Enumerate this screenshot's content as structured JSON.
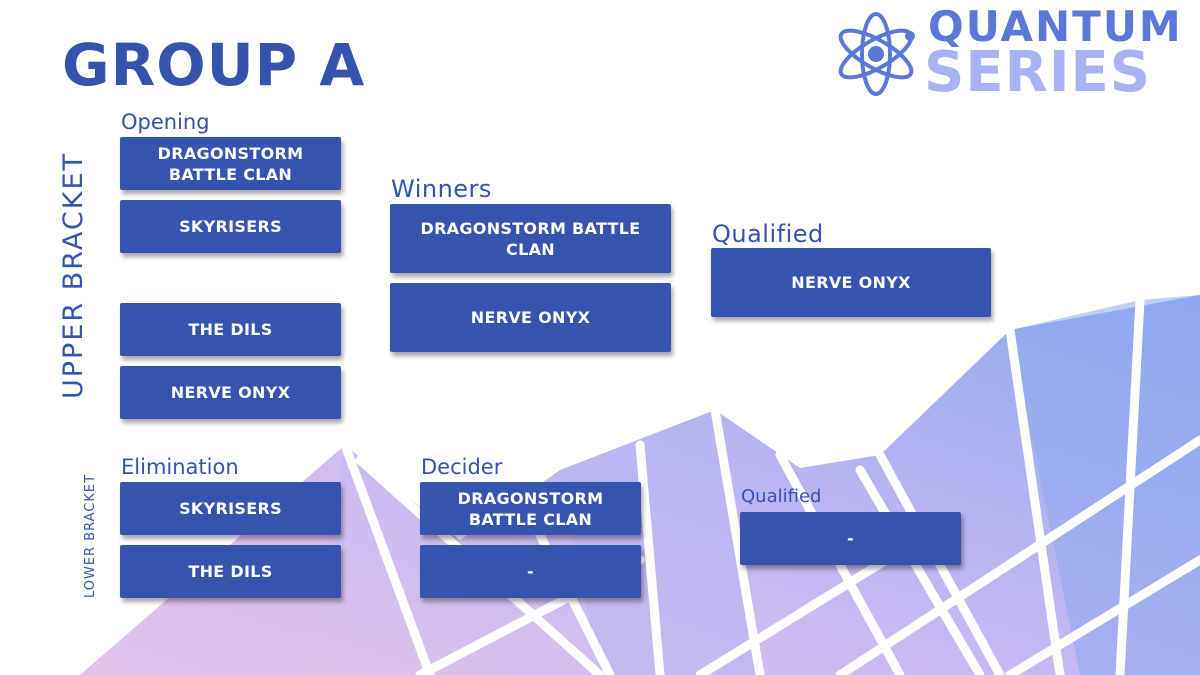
{
  "header": {
    "title": "GROUP A"
  },
  "logo": {
    "line1": "QUANTUM",
    "line2": "SERIES",
    "icon": "atom-icon"
  },
  "side_labels": {
    "upper": "UPPER BRACKET",
    "lower": "LOWER BRACKET"
  },
  "upper_bracket": {
    "opening": {
      "label": "Opening",
      "teams": [
        "DRAGONSTORM BATTLE CLAN",
        "SKYRISERS",
        "THE DILS",
        "NERVE ONYX"
      ]
    },
    "winners": {
      "label": "Winners",
      "teams": [
        "DRAGONSTORM BATTLE CLAN",
        "NERVE ONYX"
      ]
    },
    "qualified": {
      "label": "Qualified",
      "teams": [
        "NERVE ONYX"
      ]
    }
  },
  "lower_bracket": {
    "elimination": {
      "label": "Elimination",
      "teams": [
        "SKYRISERS",
        "THE DILS"
      ]
    },
    "decider": {
      "label": "Decider",
      "teams": [
        "DRAGONSTORM BATTLE CLAN",
        "-"
      ]
    },
    "qualified": {
      "label": "Qualified",
      "teams": [
        "-"
      ]
    }
  },
  "colors": {
    "accent": "#3553ad",
    "box": "#3753b0",
    "logo_primary": "#5b78d8",
    "logo_secondary": "#a9b2f2",
    "shard_purple": "#c9b8f0",
    "shard_blue": "#98aef0"
  }
}
